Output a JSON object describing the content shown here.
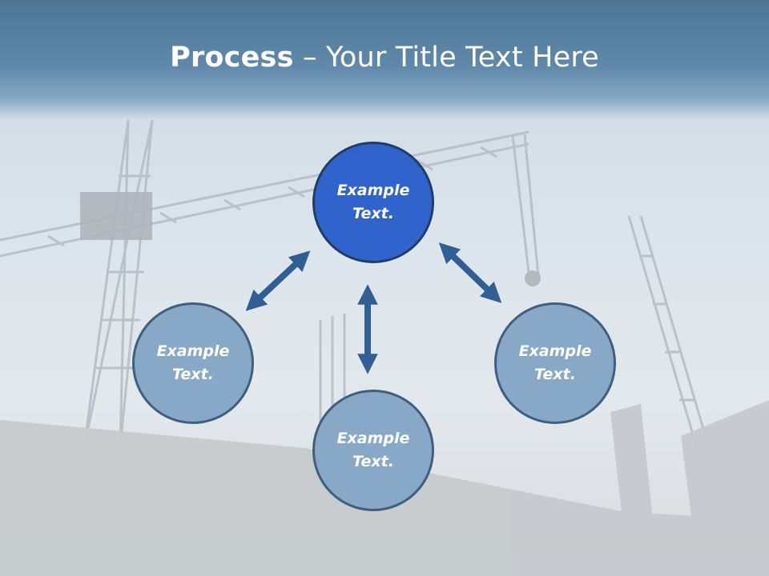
{
  "title": {
    "bold": "Process",
    "rest": " – Your Title Text Here"
  },
  "nodes": {
    "top": "Example\nText.",
    "left": "Example\nText.",
    "right": "Example\nText.",
    "bottom": "Example\nText."
  },
  "colors": {
    "primary_node": "#3163cc",
    "secondary_node": "#87a8c6",
    "arrow": "#2f5f94",
    "title_band": "#5f88aa"
  },
  "icons": [
    "double-arrow-icon"
  ]
}
